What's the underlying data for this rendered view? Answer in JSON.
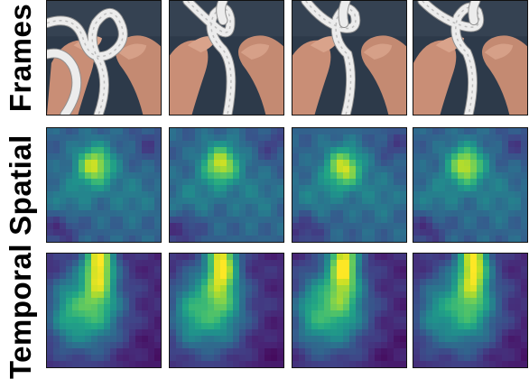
{
  "rows": [
    {
      "label": "Frames"
    },
    {
      "label": "Spatial"
    },
    {
      "label": "Temporal"
    }
  ],
  "colors": {
    "heatmap_low": "#440154",
    "heatmap_mid": "#21918c",
    "heatmap_high": "#fde725",
    "frame_background": "#2d3a4a"
  }
}
